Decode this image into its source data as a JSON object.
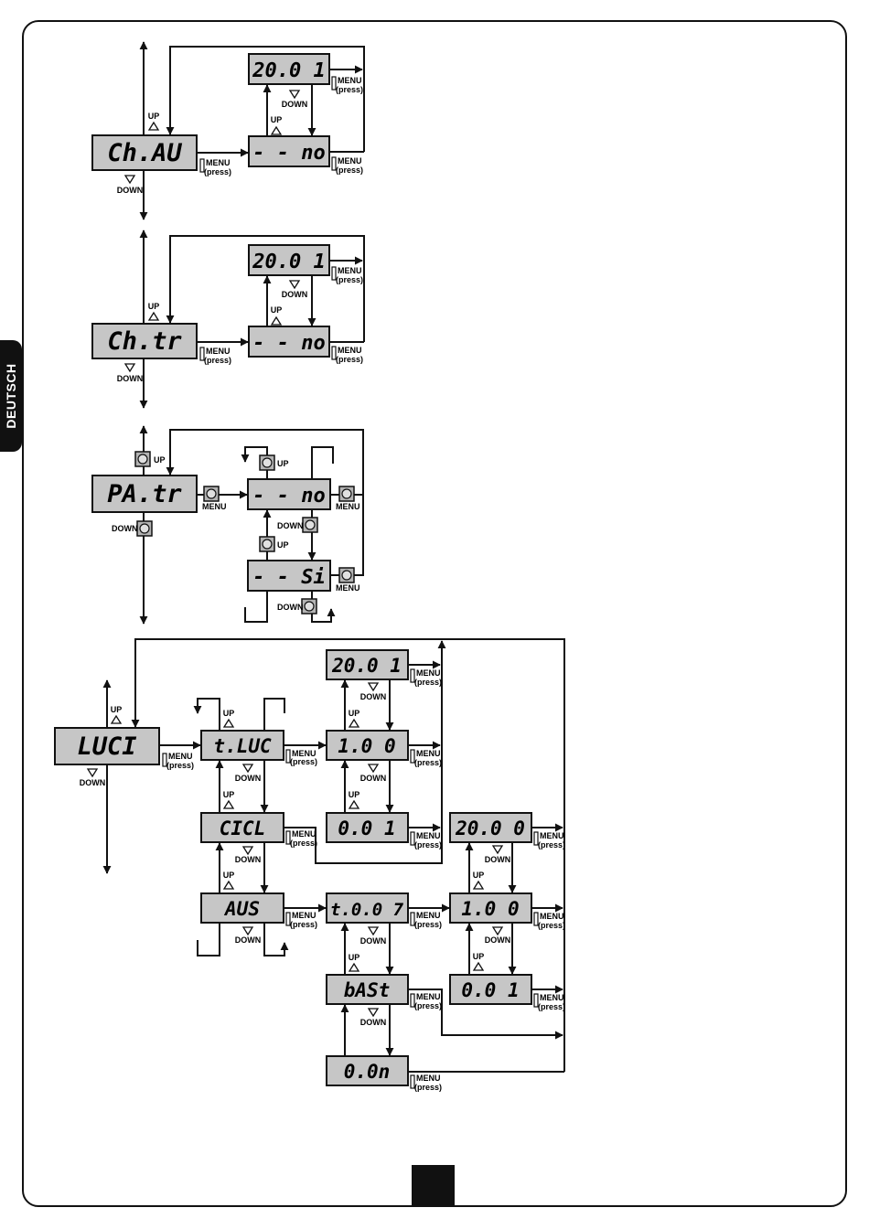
{
  "sidebar": {
    "language_tab": "DEUTSCH"
  },
  "labels": {
    "up": "UP",
    "down": "DOWN",
    "menu": "MENU",
    "press": "(press)"
  },
  "diagrams": [
    {
      "id": "chau",
      "menu": "Ch.AU",
      "submenu": "- - no",
      "value_example": "20.0 1"
    },
    {
      "id": "chtr",
      "menu": "Ch.tr",
      "submenu": "- - no",
      "value_example": "20.0 1"
    },
    {
      "id": "patr",
      "menu": "PA.tr",
      "options": [
        "- - no",
        "- - Si"
      ]
    },
    {
      "id": "luci",
      "menu": "LUCI",
      "submenus": [
        "t.LUC",
        "CICL",
        "AUS"
      ],
      "t_luc_values": [
        "20.0 1",
        "1.0 0",
        "0.0 1"
      ],
      "aus_modes": [
        "t.0.0 7",
        "bASt",
        "0.0n"
      ],
      "aus_values": [
        "20.0 0",
        "1.0 0",
        "0.0 1"
      ]
    }
  ],
  "colors": {
    "display_bg": "#c6c6c6",
    "line": "#111111",
    "button_bg": "#b4b4b4"
  }
}
